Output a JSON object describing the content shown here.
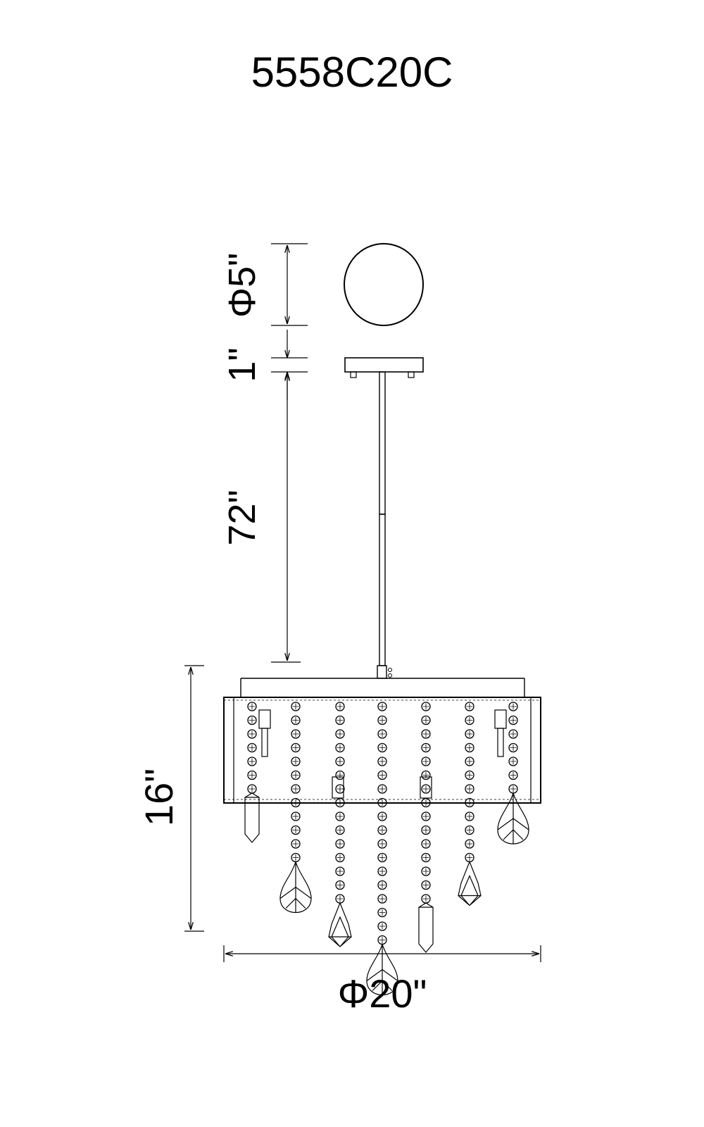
{
  "title": "5558C20C",
  "dimensions": {
    "canopy_diameter": "Φ5\"",
    "canopy_height": "1\"",
    "rod_length": "72\"",
    "fixture_height": "16\"",
    "fixture_diameter": "Φ20\""
  },
  "colors": {
    "line": "#000000",
    "background": "#ffffff"
  }
}
